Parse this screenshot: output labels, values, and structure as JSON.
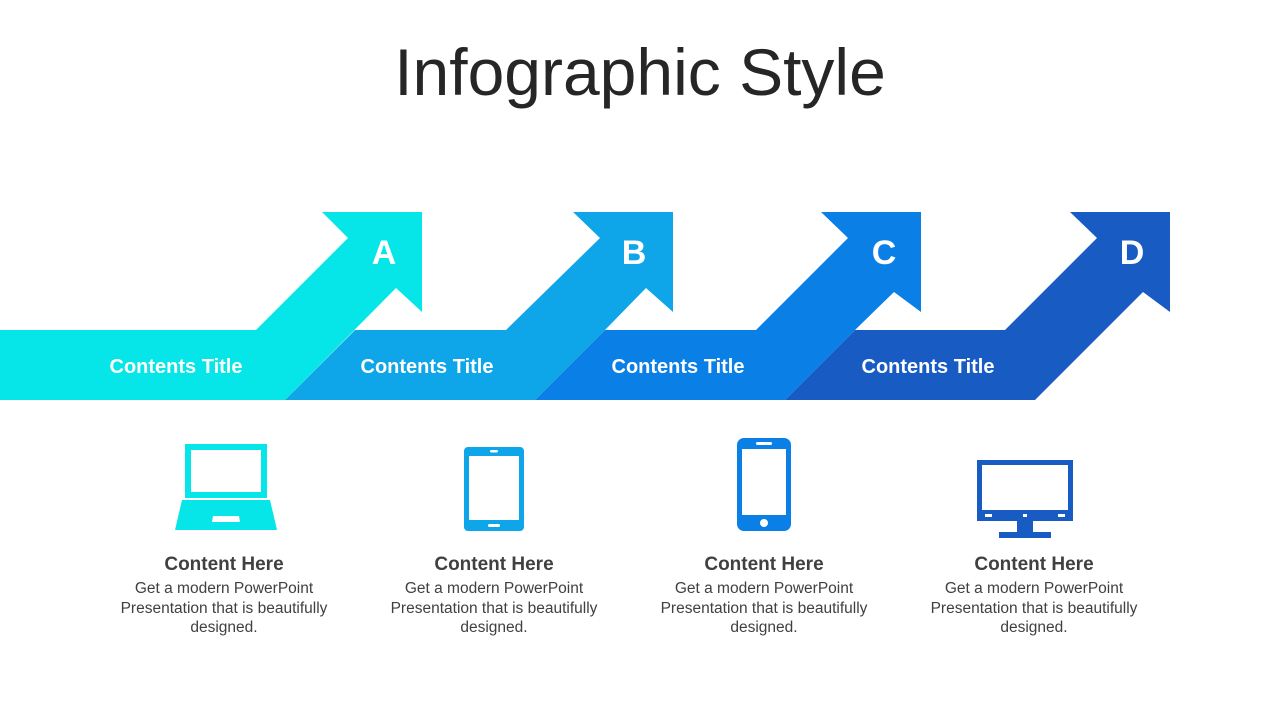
{
  "title": "Infographic Style",
  "colors": {
    "a": "#06E5E8",
    "b": "#0EA5E9",
    "c": "#0A7FE6",
    "d": "#175BC3"
  },
  "steps": [
    {
      "letter": "A",
      "label": "Contents Title",
      "icon": "laptop-icon",
      "card_title": "Content Here",
      "card_body": "Get a modern PowerPoint Presentation that is beautifully designed."
    },
    {
      "letter": "B",
      "label": "Contents Title",
      "icon": "tablet-icon",
      "card_title": "Content Here",
      "card_body": "Get a modern PowerPoint Presentation that is beautifully designed."
    },
    {
      "letter": "C",
      "label": "Contents Title",
      "icon": "smartphone-icon",
      "card_title": "Content Here",
      "card_body": "Get a modern PowerPoint Presentation that is beautifully designed."
    },
    {
      "letter": "D",
      "label": "Contents Title",
      "icon": "monitor-icon",
      "card_title": "Content Here",
      "card_body": "Get a modern PowerPoint Presentation that is beautifully designed."
    }
  ]
}
